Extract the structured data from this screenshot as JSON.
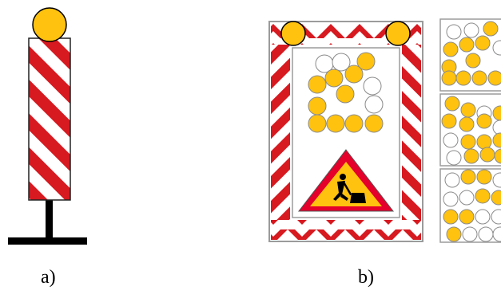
{
  "figure": {
    "labels": {
      "a": "a)",
      "b": "b)"
    },
    "colors": {
      "red": "#d71920",
      "white": "#ffffff",
      "amber": "#ffc20e",
      "black": "#000000",
      "frame_gray": "#9b9b9b",
      "lamp_outline": "#8a8a8a",
      "sign_red": "#e4002b"
    },
    "items": {
      "a": {
        "kind": "striped warning post with amber lamp on stand",
        "icon": "warning-beacon-post-icon"
      },
      "b": {
        "kind": "mobile road-works barrier board with two amber lamps, LED arrow matrix and road-works triangle sign",
        "icon": "roadworks-sign-icon",
        "arrow_variants": 3
      }
    }
  }
}
